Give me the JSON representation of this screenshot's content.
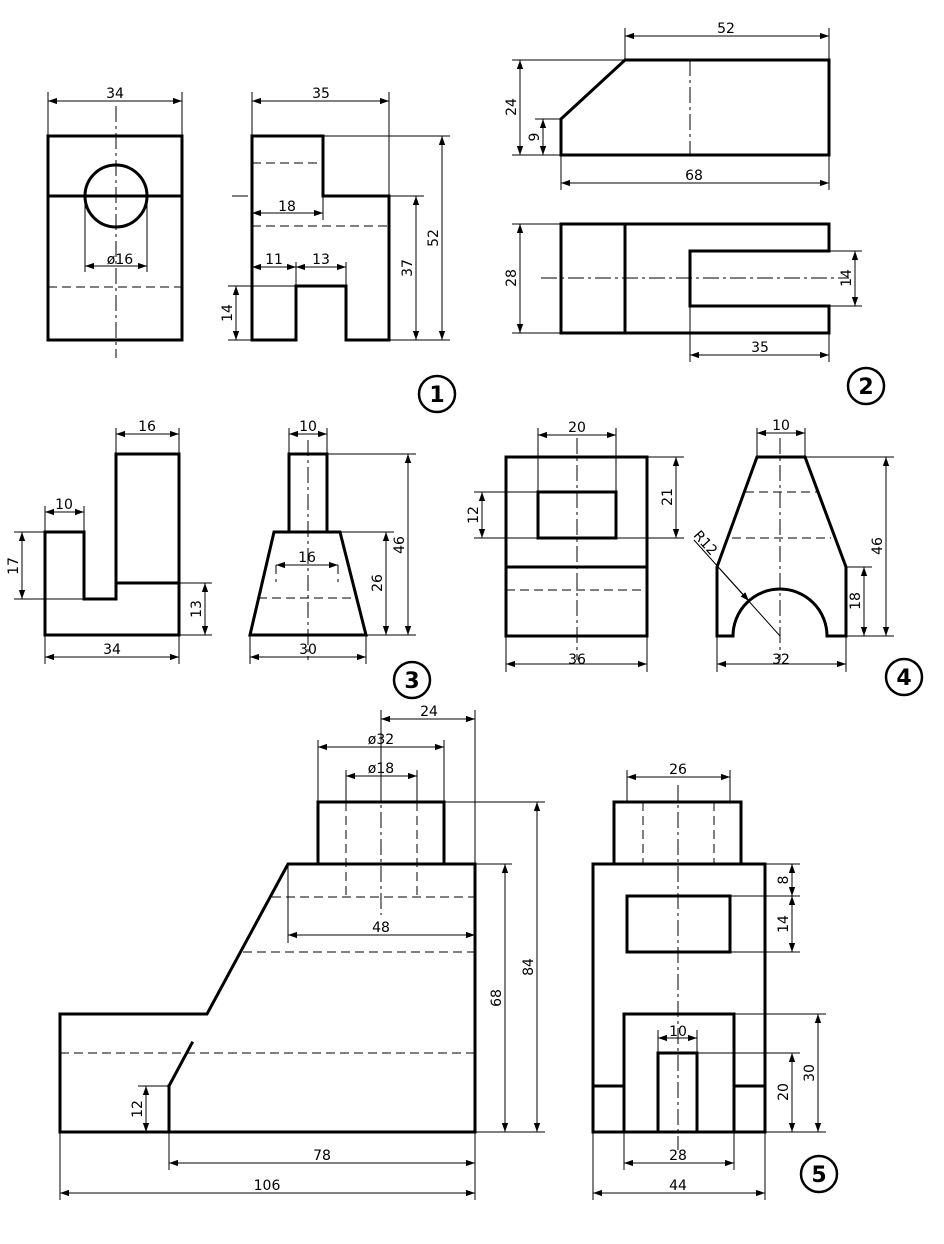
{
  "figure_labels": [
    "1",
    "2",
    "3",
    "4",
    "5"
  ],
  "fig1": {
    "dims": {
      "d34": "34",
      "d35": "35",
      "d52": "52",
      "d37": "37",
      "d18": "18",
      "d11": "11",
      "d13": "13",
      "d14": "14",
      "d16": "ø16"
    }
  },
  "fig2": {
    "dims": {
      "d52": "52",
      "d24": "24",
      "d9": "9",
      "d68": "68",
      "d28": "28",
      "d14": "14",
      "d35": "35"
    }
  },
  "fig3": {
    "dims": {
      "d16": "16",
      "d10": "10",
      "d17": "17",
      "d13": "13",
      "d34": "34",
      "d10b": "10",
      "d46": "46",
      "d26": "26",
      "d16b": "16",
      "d30": "30"
    }
  },
  "fig4": {
    "dims": {
      "d20": "20",
      "d12": "12",
      "d21": "21",
      "d36": "36",
      "d10": "10",
      "d46": "46",
      "d18": "18",
      "d32": "32",
      "r12": "R12"
    }
  },
  "fig5": {
    "dims": {
      "d24": "24",
      "d32": "ø32",
      "d18": "ø18",
      "d48": "48",
      "d68": "68",
      "d84": "84",
      "d12": "12",
      "d78": "78",
      "d106": "106",
      "d26": "26",
      "d8": "8",
      "d14": "14",
      "d10": "10",
      "d20": "20",
      "d30": "30",
      "d28": "28",
      "d44": "44"
    }
  }
}
